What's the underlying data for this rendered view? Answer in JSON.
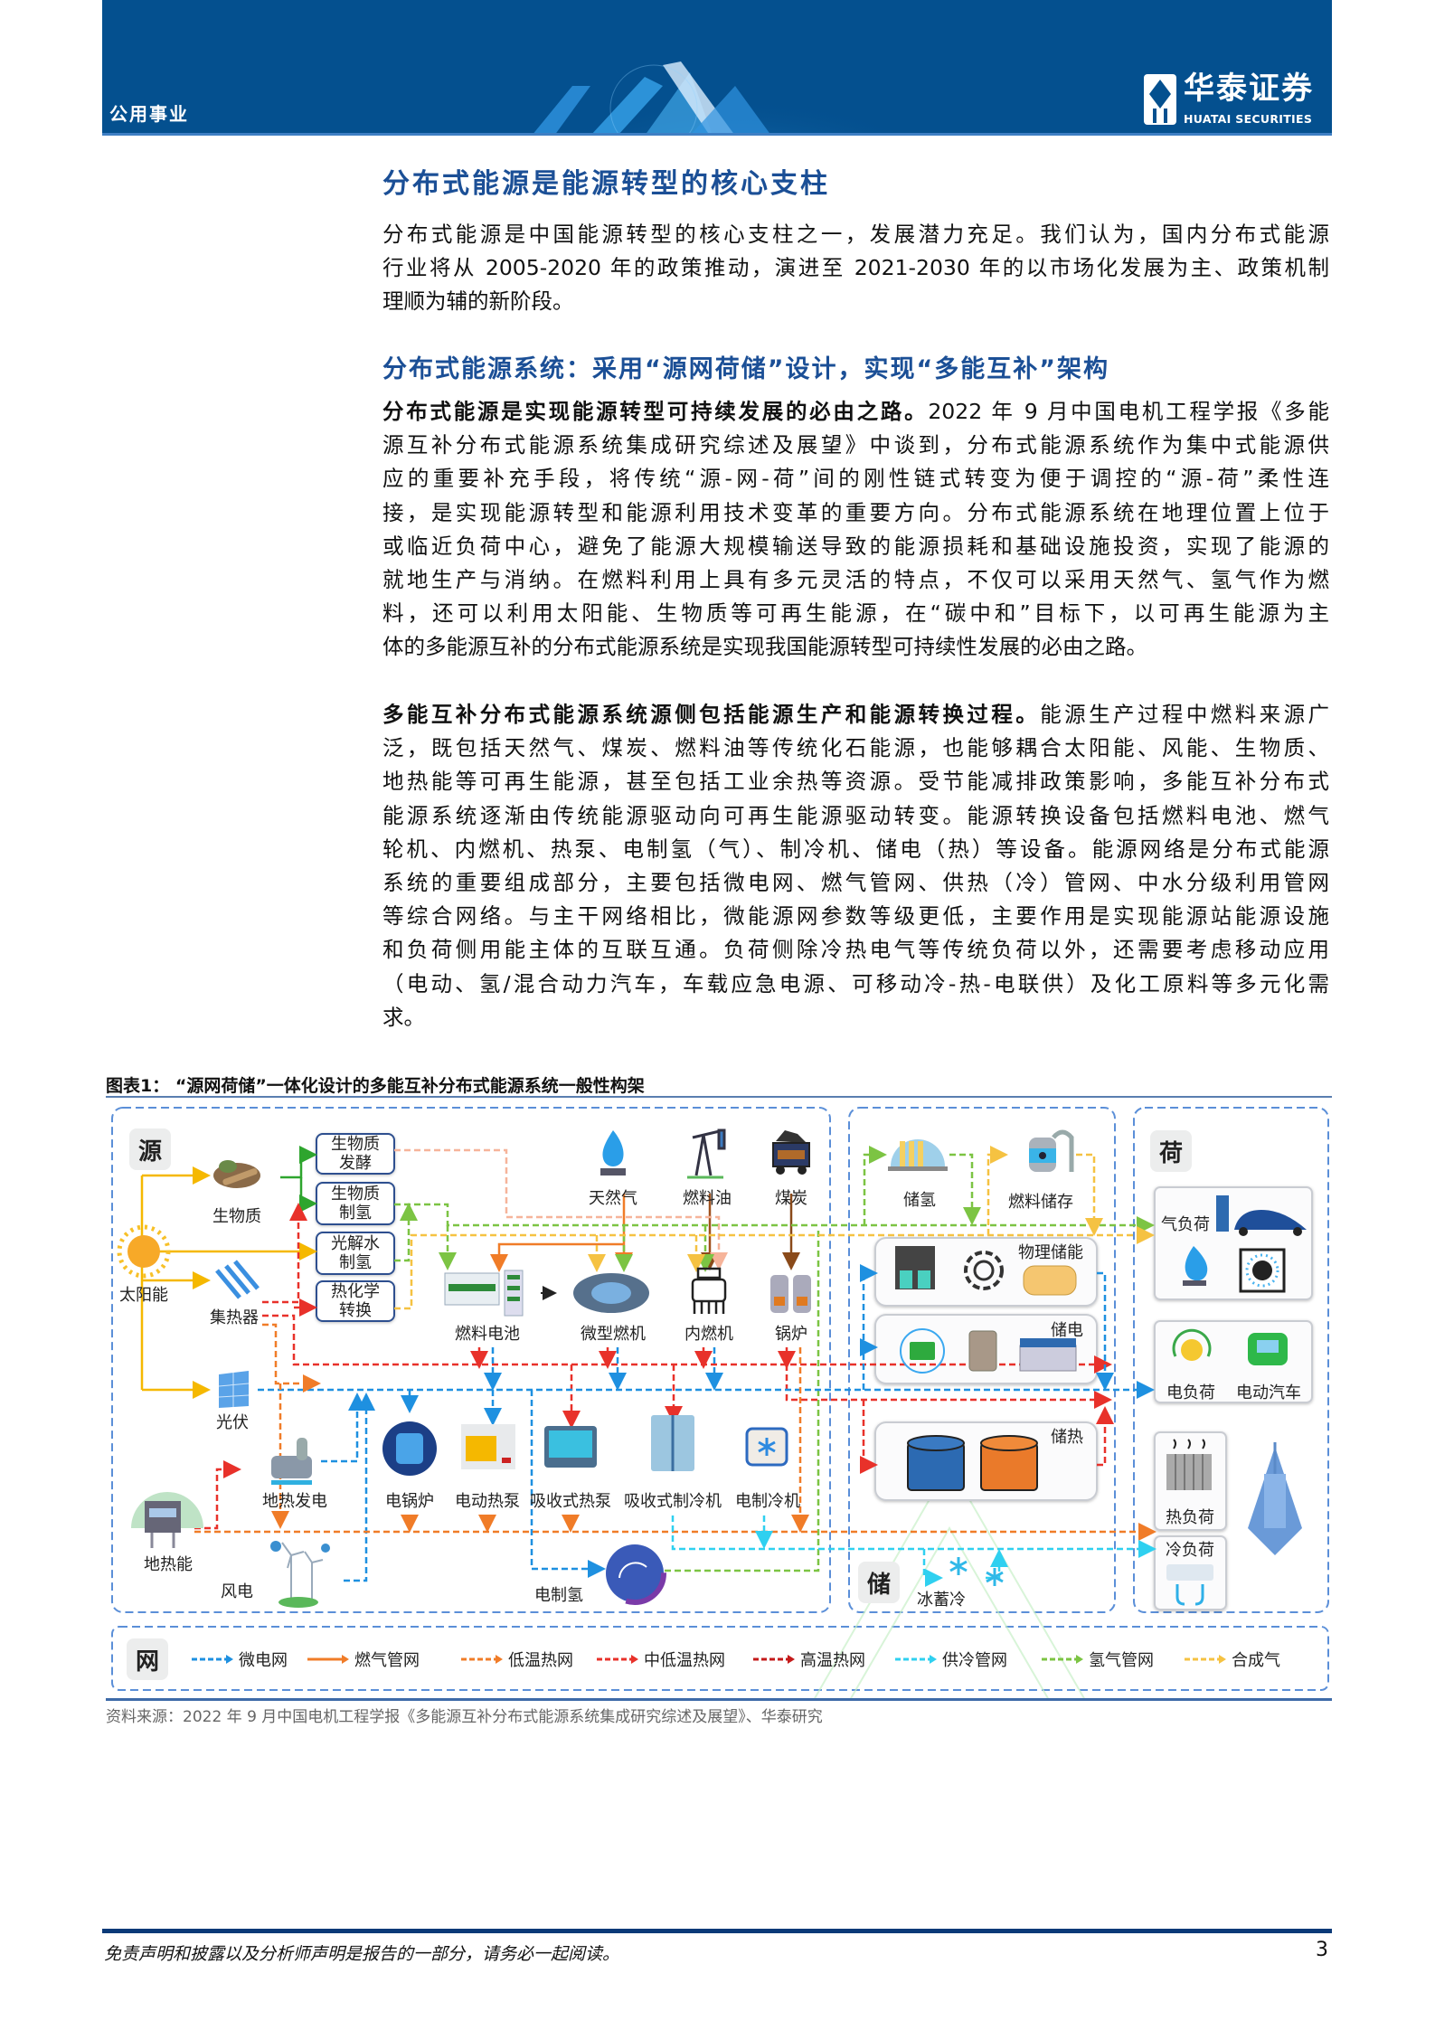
{
  "header": {
    "section": "公用事业",
    "logo_cn": "华泰证券",
    "logo_en": "HUATAI SECURITIES"
  },
  "h1": "分布式能源是能源转型的核心支柱",
  "p1": [
    "分布式能源是中国能源转型的核心支柱之一，发展潜力充足。我们认为，国内分布式能源",
    "行业将从 2005-2020 年的政策推动，演进至 2021-2030 年的以市场化发展为主、政策机制",
    "理顺为辅的新阶段。"
  ],
  "h2": "分布式能源系统：采用“源网荷储”设计，实现“多能互补”架构",
  "p2": {
    "bold": "分布式能源是实现能源转型可持续发展的必由之路。",
    "first_rest": "2022 年 9 月中国电机工程学报《多能",
    "lines": [
      "源互补分布式能源系统集成研究综述及展望》中谈到，分布式能源系统作为集中式能源供",
      "应的重要补充手段，将传统“源-网-荷”间的刚性链式转变为便于调控的“源-荷”柔性连",
      "接，是实现能源转型和能源利用技术变革的重要方向。分布式能源系统在地理位置上位于",
      "或临近负荷中心，避免了能源大规模输送导致的能源损耗和基础设施投资，实现了能源的",
      "就地生产与消纳。在燃料利用上具有多元灵活的特点，不仅可以采用天然气、氢气作为燃",
      "料，还可以利用太阳能、生物质等可再生能源，在“碳中和”目标下，以可再生能源为主",
      "体的多能源互补的分布式能源系统是实现我国能源转型可持续性发展的必由之路。"
    ]
  },
  "p3": {
    "bold": "多能互补分布式能源系统源侧包括能源生产和能源转换过程。",
    "first_rest": "能源生产过程中燃料来源广",
    "lines": [
      "泛，既包括天然气、煤炭、燃料油等传统化石能源，也能够耦合太阳能、风能、生物质、",
      "地热能等可再生能源，甚至包括工业余热等资源。受节能减排政策影响，多能互补分布式",
      "能源系统逐渐由传统能源驱动向可再生能源驱动转变。能源转换设备包括燃料电池、燃气",
      "轮机、内燃机、热泵、电制氢（气）、制冷机、储电（热）等设备。能源网络是分布式能源",
      "系统的重要组成部分，主要包括微电网、燃气管网、供热（冷）管网、中水分级利用管网",
      "等综合网络。与主干网络相比，微能源网参数等级更低，主要作用是实现能源站能源设施",
      "和负荷侧用能主体的互联互通。负荷侧除冷热电气等传统负荷以外，还需要考虑移动应用",
      "（电动、氢/混合动力汽车，车载应急电源、可移动冷-热-电联供）及化工原料等多元化需",
      "求。"
    ]
  },
  "figure": {
    "caption": "图表1：  “源网荷储”一体化设计的多能互补分布式能源系统一般性构架",
    "source": "资料来源：2022 年 9 月中国电机工程学报《多能源互补分布式能源系统集成研究综述及展望》、华泰研究",
    "sections": {
      "source": "源",
      "storage": "储",
      "load": "荷",
      "network": "网"
    },
    "nodes": {
      "biomass": "生物质",
      "solar": "太阳能",
      "collector": "集热器",
      "pv": "光伏",
      "geothermal": "地热能",
      "wind": "风电",
      "geo_power": "地热发电",
      "biomass_ferment": "生物质发酵",
      "biomass_h2": "生物质制氢",
      "photolysis_h2": "光解水制氢",
      "thermochem": "热化学转换",
      "natural_gas": "天然气",
      "fuel_oil": "燃料油",
      "coal": "煤炭",
      "fuel_cell": "燃料电池",
      "micro_turbine": "微型燃机",
      "ice_engine": "内燃机",
      "boiler": "锅炉",
      "e_boiler": "电锅炉",
      "e_heat_pump": "电动热泵",
      "abs_heat_pump": "吸收式热泵",
      "abs_chiller": "吸收式制冷机",
      "e_chiller": "电制冷机",
      "e_h2": "电制氢",
      "h2_storage": "储氢",
      "fuel_storage": "燃料储存",
      "physical_storage": "物理储能",
      "elec_storage": "储电",
      "heat_storage": "储热",
      "ice_storage": "冰蓄冷",
      "gas_load": "气负荷",
      "elec_load": "电负荷",
      "ev": "电动汽车",
      "heat_load": "热负荷",
      "cold_load": "冷负荷"
    },
    "legend": [
      {
        "label": "微电网",
        "color": "#1e90e0",
        "style": "dashed"
      },
      {
        "label": "燃气管网",
        "color": "#f07c28",
        "style": "solid"
      },
      {
        "label": "低温热网",
        "color": "#f07c28",
        "style": "dashed"
      },
      {
        "label": "中低温热网",
        "color": "#e8312a",
        "style": "dashed"
      },
      {
        "label": "高温热网",
        "color": "#c41a1a",
        "style": "dashed"
      },
      {
        "label": "供冷管网",
        "color": "#2fd0f0",
        "style": "dashed"
      },
      {
        "label": "氢气管网",
        "color": "#7cc443",
        "style": "dashed"
      },
      {
        "label": "合成气",
        "color": "#f5c242",
        "style": "dashed"
      }
    ]
  },
  "footer": {
    "disclaimer": "免责声明和披露以及分析师声明是报告的一部分，请务必一起阅读。",
    "page": "3"
  }
}
